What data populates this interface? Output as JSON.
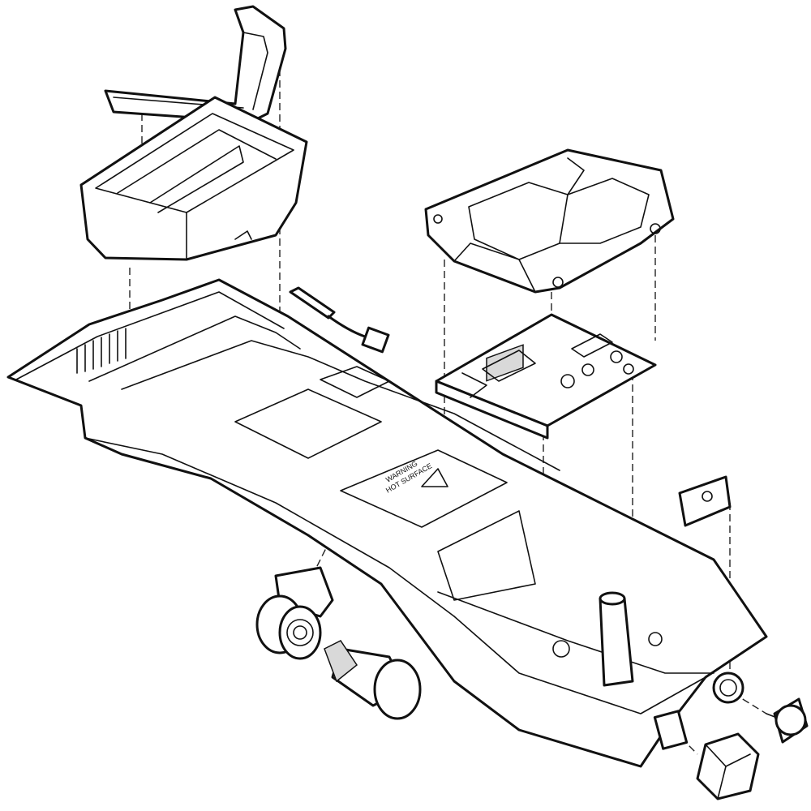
{
  "diagram": {
    "parts": [
      {
        "id": "handle",
        "name": "handle-part"
      },
      {
        "id": "tank",
        "name": "water-tank-part"
      },
      {
        "id": "transformer",
        "name": "transformer-part"
      },
      {
        "id": "harness",
        "name": "wire-harness-part"
      },
      {
        "id": "control_board",
        "name": "control-board-part"
      },
      {
        "id": "housing",
        "name": "base-housing-part"
      },
      {
        "id": "bracket",
        "name": "side-bracket-part"
      },
      {
        "id": "fan_assembly",
        "name": "fan-assembly-part"
      },
      {
        "id": "lamp",
        "name": "lamp-bulb-part"
      },
      {
        "id": "knob",
        "name": "knob-part"
      },
      {
        "id": "switch",
        "name": "switch-part"
      }
    ],
    "embossed_text": [
      "WARNING",
      "HOT SURFACE"
    ]
  }
}
